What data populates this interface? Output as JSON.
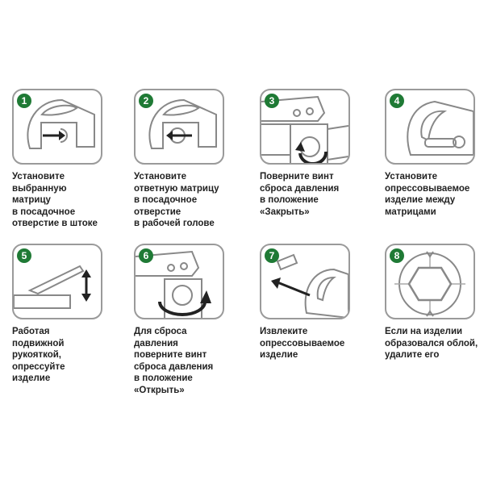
{
  "badge_color": "#1f7a35",
  "steps": [
    {
      "number": "1",
      "caption": "Установите\nвыбранную\nматрицу\nв посадочное\nотверстие в штоке"
    },
    {
      "number": "2",
      "caption": "Установите\nответную матрицу\nв посадочное\nотверстие\nв рабочей голове"
    },
    {
      "number": "3",
      "caption": "Поверните винт\nсброса давления\nв положение\n«Закрыть»"
    },
    {
      "number": "4",
      "caption": "Установите\nопрессовываемое\nизделие между\nматрицами"
    },
    {
      "number": "5",
      "caption": "Работая\nподвижной\nрукояткой,\nопрессуйте\nизделие"
    },
    {
      "number": "6",
      "caption": "Для сброса\nдавления\nповерните винт\nсброса давления\nв положение\n«Открыть»"
    },
    {
      "number": "7",
      "caption": "Извлеките\nопрессовываемое\nизделие"
    },
    {
      "number": "8",
      "caption": "Если на изделии\nобразовался облой,\nудалите его"
    }
  ]
}
